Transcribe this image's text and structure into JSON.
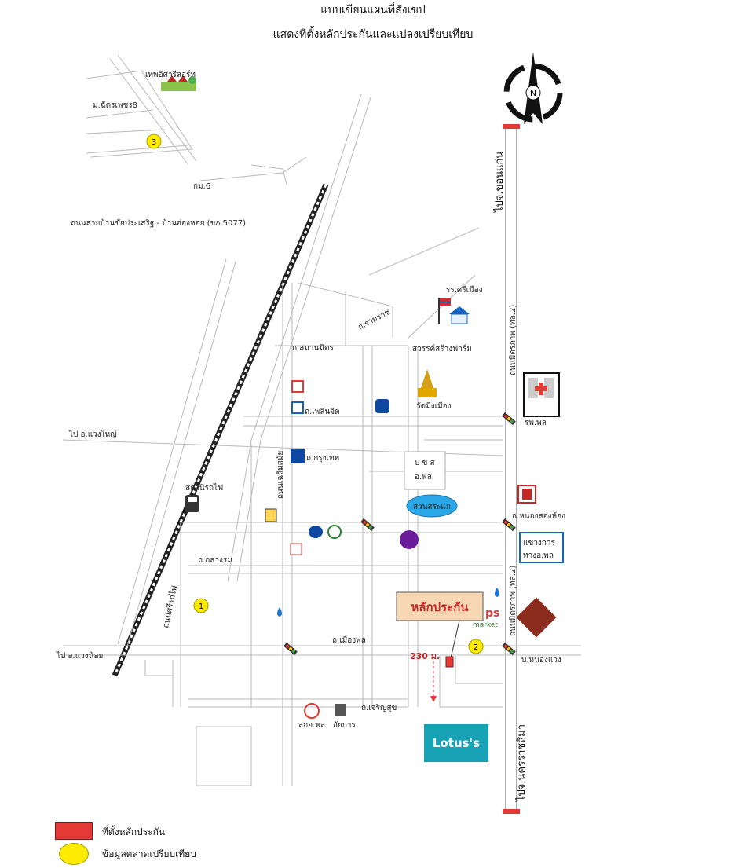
{
  "title_line1": "แบบเขียนแผนที่สังเขป",
  "title_line2": "แสดงที่ตั้งหลักประกันและแปลงเปรียบเทียบ",
  "compass_label": "N",
  "labels": {
    "khon_kaen": "ไปจ.ขอนแก่น",
    "nakhon_ratchasima": "ไปจ.นครราชสีมา",
    "mittraphap_top": "ถนนมิตรภาพ (ทล.2)",
    "mittraphap_bottom": "ถนนมิตรภาพ (ทล.2)",
    "resort": "เทพอิศารีสอร์ท",
    "moo_chatphet": "ม.ฉัตรเพชร8",
    "km6": "กม.6",
    "road_5077": "ถนนสายบ้านชัยประเสริฐ - บ้านฮ่องหอย (ขก.5077)",
    "to_waeng_yai": "ไป อ.แวงใหญ่",
    "to_waeng_noi": "ไป อ.แวงน้อย",
    "school": "รร.ศรีเมือง",
    "farm": "สวรรค์สร้างฟาร์ม",
    "ramrat_rd": "ถ.รามราช",
    "samanmit_rd": "ถ.สมานมิตร",
    "phonchit_rd": "ถ.เพลินจิต",
    "wat": "วัดมิ่งเมือง",
    "hospital": "รพ.พล",
    "krungthep_rd": "ถ.กรุงเทพ",
    "bks": "บ ข ส",
    "a_phon": "อ.พล",
    "park": "สวนสระแก",
    "station": "สถานีรถไฟ",
    "nong_song_hong": "อ.หนองสองห้อง",
    "highway_office_1": "แขวงการ",
    "highway_office_2": "ทางอ.พล",
    "collateral_callout": "หลักประกัน",
    "distance": "230 ม.",
    "market": "market",
    "tops": "ps",
    "nong_waeng": "บ.หนองแวง",
    "mueang_phon_rd": "ถ.เมืองพล",
    "charoensuk_rd": "ถ.เจริญสุข",
    "sahakon": "สกอ.พล",
    "prosecutor": "อัยการ",
    "lotus": "Lotus's",
    "railway_rd": "ถนนศรีรถไฟ",
    "chaloem_rd": "ถนนเฉลิมสมัย",
    "ban_khwai": "ถ.กลางรม",
    "num_1": "1",
    "num_2": "2",
    "num_3": "3"
  },
  "legend": {
    "collateral": "ที่ตั้งหลักประกัน",
    "comparables": "ข้อมูลตลาดเปรียบเทียบ"
  },
  "colors": {
    "collateral": "#e53935",
    "comparable": "#ffeb00",
    "road": "#cfcfcf",
    "rail": "#222222",
    "lotus": "#17a3b5",
    "callout": "#f7d7b3"
  }
}
